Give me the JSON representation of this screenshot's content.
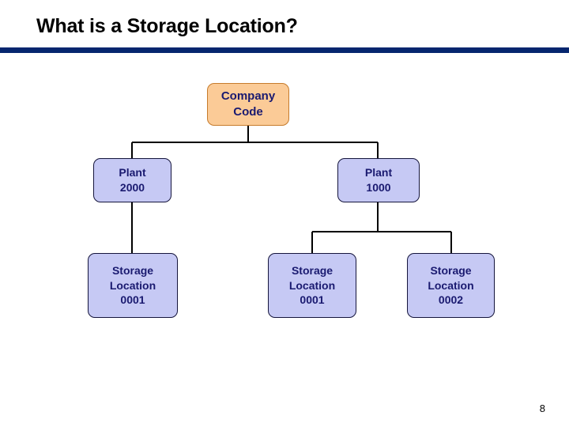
{
  "slide": {
    "title": "What is a Storage Location?",
    "page_number": "8",
    "rule_color": "#06266F",
    "background_color": "#FFFFFF"
  },
  "diagram": {
    "type": "hierarchy-tree",
    "connector_color": "#000000",
    "nodes": {
      "company_code": {
        "lines": [
          "Company",
          "Code"
        ],
        "line1": "Company",
        "line2": "Code",
        "fill_color": "#FBCB97",
        "border_color": "#C67B2C",
        "text_color": "#1A1A70"
      },
      "plant_2000": {
        "lines": [
          "Plant",
          "2000"
        ],
        "line1": "Plant",
        "line2": "2000",
        "fill_color": "#C6C9F4",
        "border_color": "#15153C",
        "text_color": "#1A1A70"
      },
      "plant_1000": {
        "lines": [
          "Plant",
          "1000"
        ],
        "line1": "Plant",
        "line2": "1000",
        "fill_color": "#C6C9F4",
        "border_color": "#15153C",
        "text_color": "#1A1A70"
      },
      "storage_location_0001_a": {
        "lines": [
          "Storage",
          "Location",
          "0001"
        ],
        "line1": "Storage",
        "line2": "Location",
        "line3": "0001",
        "fill_color": "#C6C9F4",
        "border_color": "#15153C",
        "text_color": "#1A1A70"
      },
      "storage_location_0001_b": {
        "lines": [
          "Storage",
          "Location",
          "0001"
        ],
        "line1": "Storage",
        "line2": "Location",
        "line3": "0001",
        "fill_color": "#C6C9F4",
        "border_color": "#15153C",
        "text_color": "#1A1A70"
      },
      "storage_location_0002": {
        "lines": [
          "Storage",
          "Location",
          "0002"
        ],
        "line1": "Storage",
        "line2": "Location",
        "line3": "0002",
        "fill_color": "#C6C9F4",
        "border_color": "#15153C",
        "text_color": "#1A1A70"
      }
    },
    "edges": [
      {
        "from": "company_code",
        "to": "plant_2000"
      },
      {
        "from": "company_code",
        "to": "plant_1000"
      },
      {
        "from": "plant_2000",
        "to": "storage_location_0001_a"
      },
      {
        "from": "plant_1000",
        "to": "storage_location_0001_b"
      },
      {
        "from": "plant_1000",
        "to": "storage_location_0002"
      }
    ]
  }
}
